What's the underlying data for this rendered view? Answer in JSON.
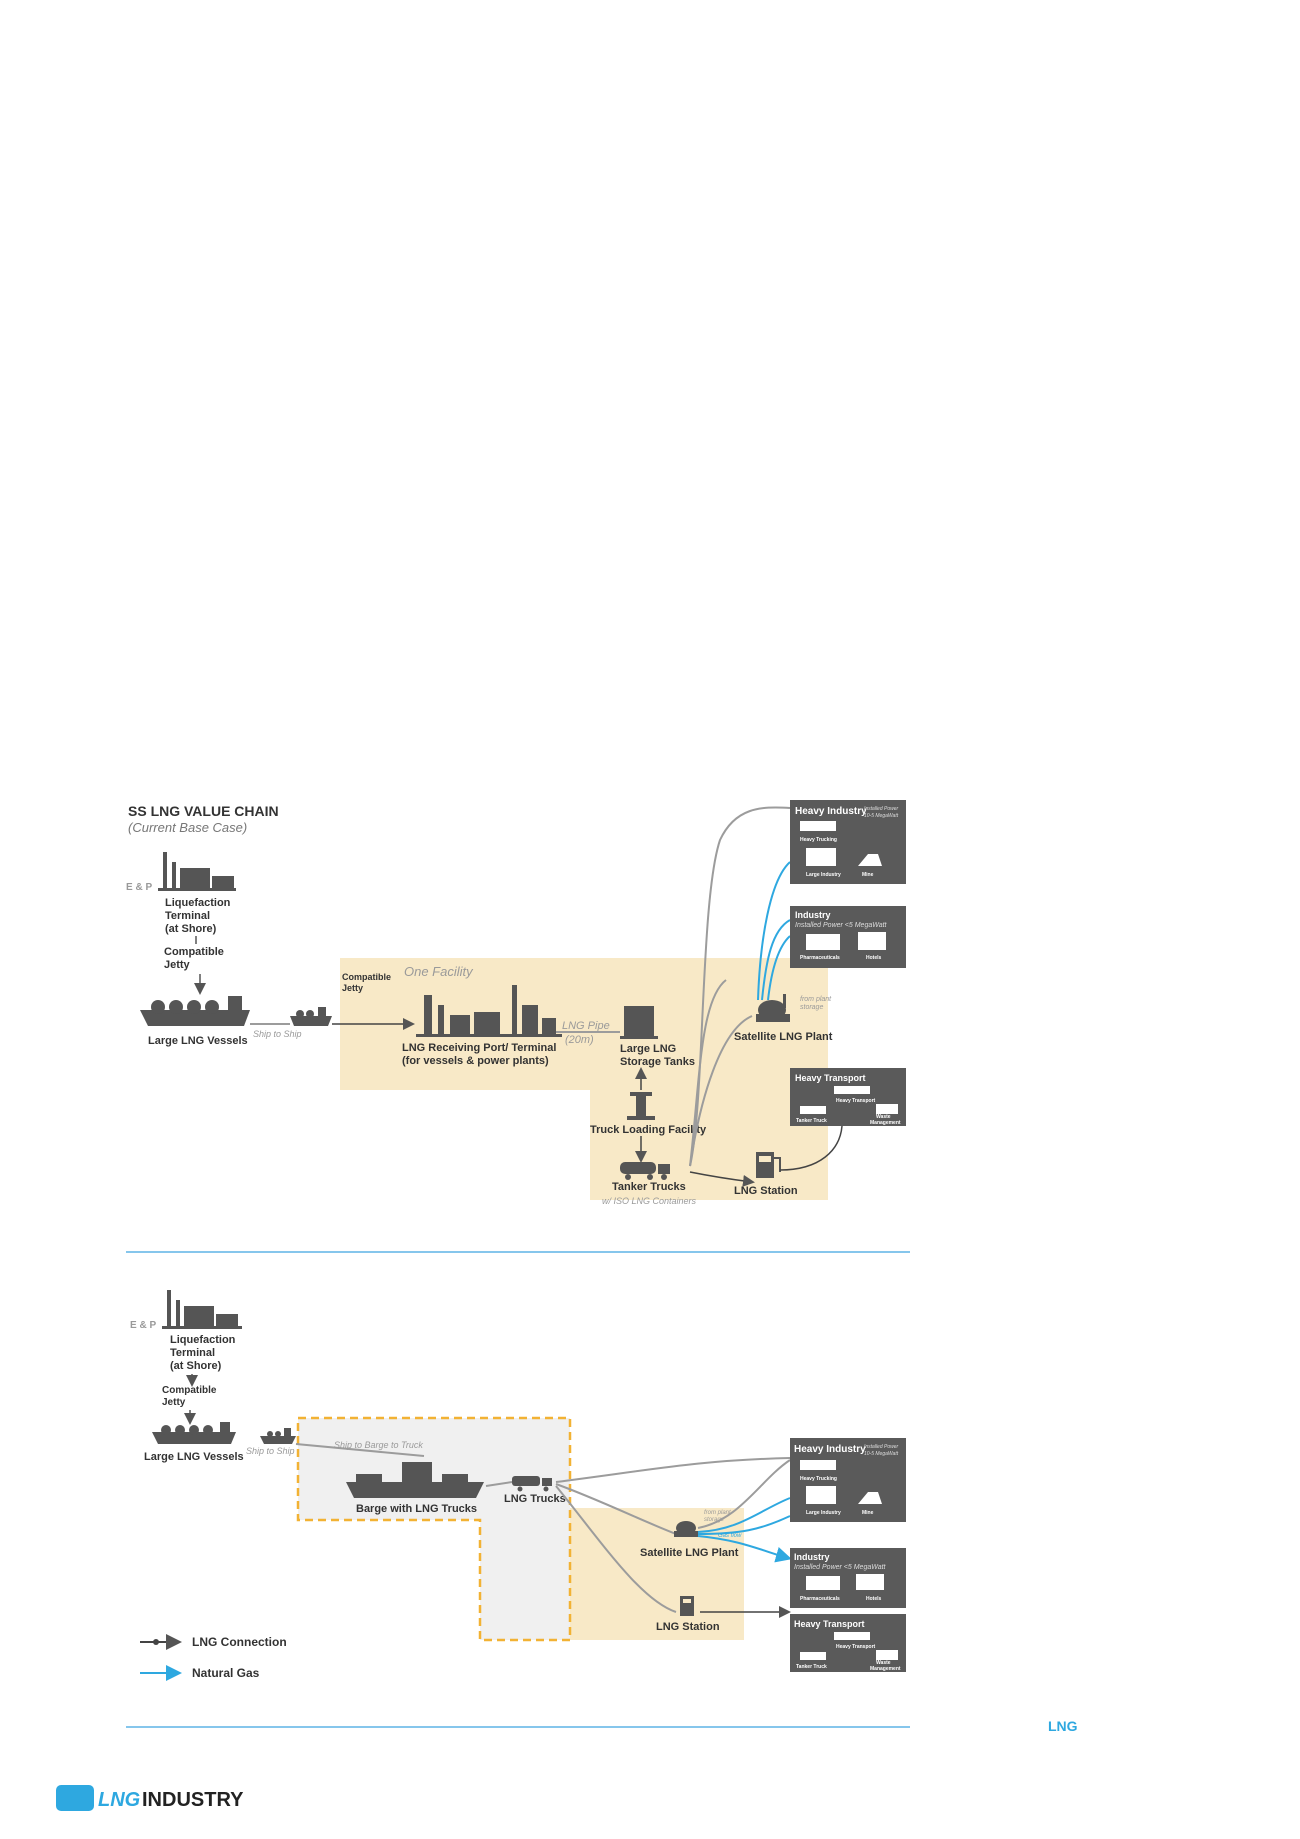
{
  "top": {
    "title": "SS LNG VALUE CHAIN",
    "subtitle": "(Current Base Case)",
    "ep": "E & P",
    "liquefaction": [
      "Liquefaction",
      "Terminal",
      "(at Shore)"
    ],
    "compatible_jetty_left": [
      "Compatible",
      "Jetty"
    ],
    "large_vessels": "Large LNG Vessels",
    "ship_to_ship": "Ship to Ship",
    "compatible_jetty_right": [
      "Compatible",
      "Jetty"
    ],
    "one_facility": "One Facility",
    "receiving_port": [
      "LNG Receiving Port/ Terminal",
      "(for vessels & power plants)"
    ],
    "lng_pipe": [
      "LNG Pipe",
      "(20m)"
    ],
    "storage_tanks": [
      "Large LNG",
      "Storage Tanks"
    ],
    "truck_loading": "Truck Loading Facility",
    "tanker_trucks": "Tanker Trucks",
    "iso_containers": "w/ ISO LNG Containers",
    "lng_station": "LNG Station",
    "satellite_plant": "Satellite LNG Plant",
    "from_plant_storage": [
      "from plant",
      "storage"
    ],
    "heavy_industry": {
      "title": "Heavy Industry",
      "power": [
        "Installed Power",
        "10-5 MegaWatt"
      ],
      "items": [
        "Heavy Trucking",
        "Large Industry",
        "Mine"
      ]
    },
    "industry": {
      "title": "Industry",
      "power": "Installed Power <5 MegaWatt",
      "items": [
        "Pharmaceuticals",
        "Hotels"
      ]
    },
    "heavy_transport": {
      "title": "Heavy Transport",
      "items": [
        "Heavy Transport",
        "Tanker Truck",
        "Waste",
        "Management"
      ]
    }
  },
  "bottom": {
    "ep": "E & P",
    "liquefaction": [
      "Liquefaction",
      "Terminal",
      "(at Shore)"
    ],
    "compatible_jetty": [
      "Compatible",
      "Jetty"
    ],
    "large_vessels": "Large LNG Vessels",
    "ship_to_ship": "Ship to Ship",
    "ship_to_barge": "Ship to Barge to Truck",
    "barge": "Barge with LNG Trucks",
    "lng_trucks": "LNG Trucks",
    "satellite_plant": "Satellite LNG Plant",
    "from_plant_storage": [
      "from plant",
      "storage"
    ],
    "gas_flow": "Gas flow",
    "lng_station": "LNG Station",
    "heavy_industry": {
      "title": "Heavy Industry",
      "power": [
        "Installed Power",
        "10-5 MegaWatt"
      ],
      "items": [
        "Heavy Trucking",
        "Large Industry",
        "Mine"
      ]
    },
    "industry": {
      "title": "Industry",
      "power": "Installed Power <5 MegaWatt",
      "items": [
        "Pharmaceuticals",
        "Hotels"
      ]
    },
    "heavy_transport": {
      "title": "Heavy Transport",
      "items": [
        "Heavy Transport",
        "Tanker Truck",
        "Waste",
        "Management"
      ]
    }
  },
  "legend": {
    "lng_connection": "LNG Connection",
    "natural_gas": "Natural Gas"
  },
  "footer": {
    "page_tag": "LNG",
    "logo_lng": "LNG",
    "logo_industry": "INDUSTRY"
  },
  "colors": {
    "facility_bg": "#f8e9c7",
    "box_bg": "#5a5a5a",
    "accent_blue": "#2ea8e0",
    "dash_orange": "#f2b234",
    "rule_blue": "#5fb3e6"
  }
}
